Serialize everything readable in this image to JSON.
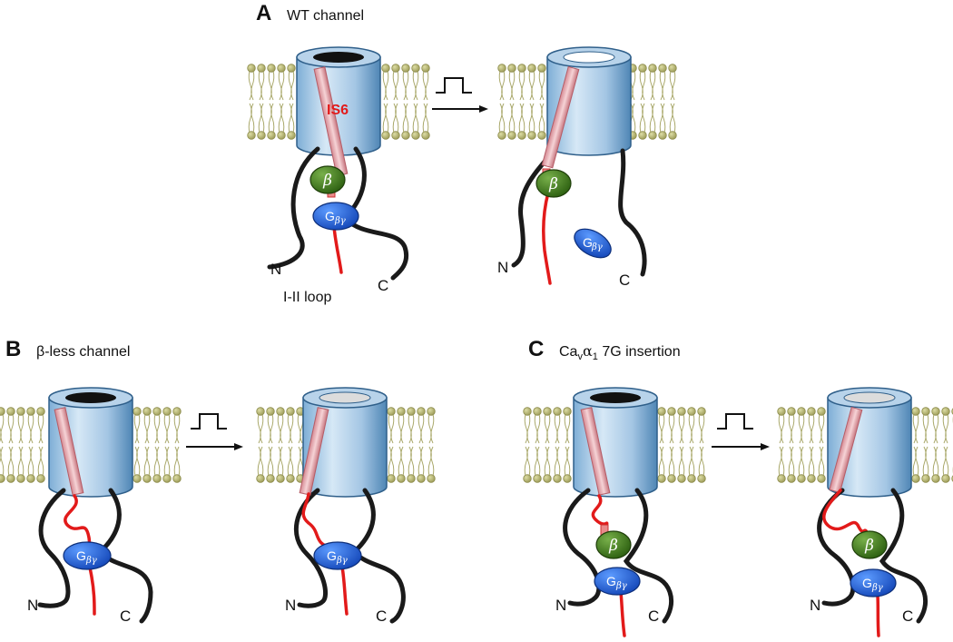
{
  "panels": {
    "a": {
      "letter": "A",
      "title": "WT channel"
    },
    "b": {
      "letter": "B",
      "title": "β-less channel"
    },
    "c": {
      "letter": "C",
      "title_main": "Ca",
      "title_sub1": "v",
      "title_mid": "α",
      "title_sub2": "1",
      "title_rest": " 7G insertion"
    }
  },
  "labels": {
    "n_terminus": "N",
    "c_terminus": "C",
    "segment": "IS6",
    "loop": "I-II loop",
    "beta_subunit": "β",
    "g_protein_main": "G",
    "g_protein_sub": "βγ"
  },
  "colors": {
    "channel": "#8db8dc",
    "channel_dark": "#4f86b5",
    "membrane_head": "#b9b878",
    "helix": "#e4a7ad",
    "linker": "#e21a1a",
    "beta": "#3f7d1e",
    "g_protein": "#1f63d9",
    "tail": "#1a1a1a"
  }
}
